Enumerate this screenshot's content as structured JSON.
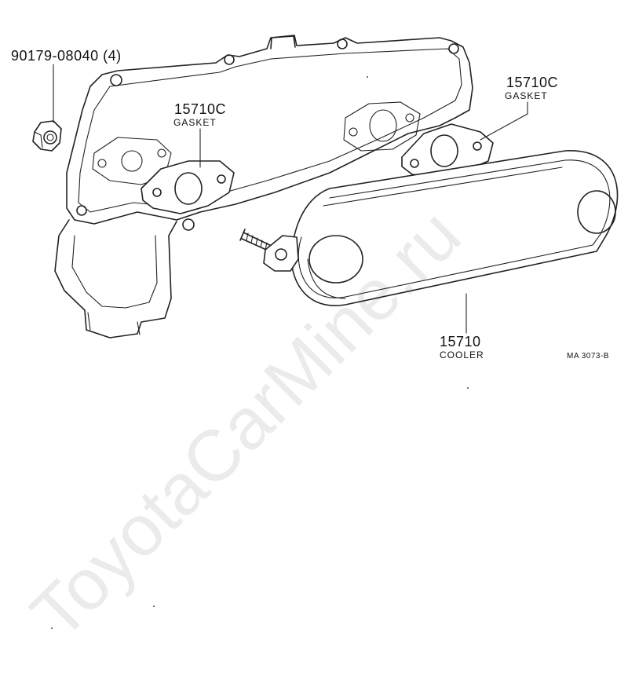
{
  "diagram": {
    "watermark": "ToyotaCarMine.ru",
    "reference_code": "MA 3073-B",
    "parts": [
      {
        "part_no": "90179-08040 (4)",
        "name": ""
      },
      {
        "part_no": "15710C",
        "name": "GASKET"
      },
      {
        "part_no": "15710C",
        "name": "GASKET"
      },
      {
        "part_no": "15710",
        "name": "COOLER"
      }
    ]
  }
}
